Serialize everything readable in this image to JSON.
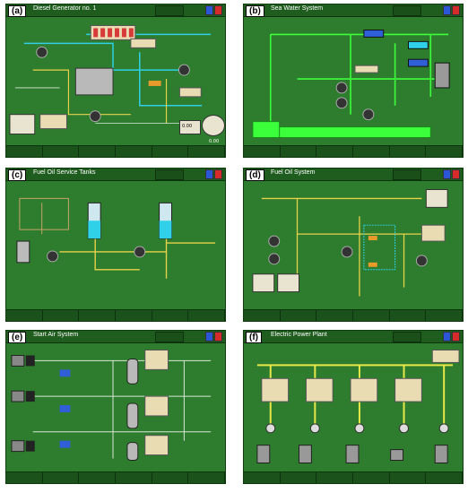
{
  "panels": [
    {
      "tag": "(a)",
      "title": "Diesel Generator no. 1"
    },
    {
      "tag": "(b)",
      "title": "Sea Water System"
    },
    {
      "tag": "(c)",
      "title": "Fuel Oil Service Tanks"
    },
    {
      "tag": "(d)",
      "title": "Fuel Oil System"
    },
    {
      "tag": "(e)",
      "title": "Start Air System"
    },
    {
      "tag": "(f)",
      "title": "Electric Power Plant"
    }
  ],
  "readouts": {
    "dg_left": "0.00",
    "dg_right": "0.00"
  },
  "colors": {
    "panel_bg": "#2e7d2e",
    "pipe_water": "#2fd0e8",
    "pipe_fuel": "#e8d24a",
    "pipe_air": "#d8e8d8",
    "pipe_sea": "#3cff3c"
  }
}
